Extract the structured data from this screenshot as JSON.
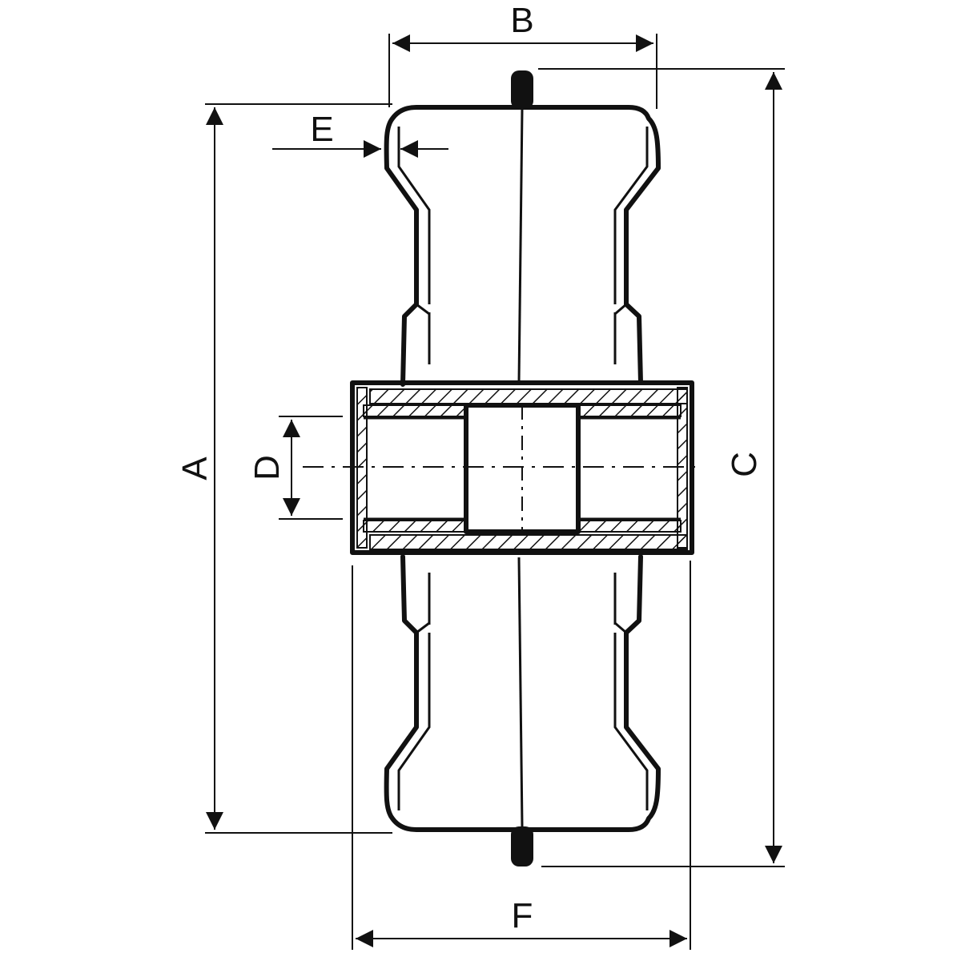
{
  "diagram": {
    "dimension_labels": {
      "a": "A",
      "b": "B",
      "c": "C",
      "d": "D",
      "e": "E",
      "f": "F"
    },
    "colors": {
      "line": "#111111",
      "background": "#ffffff"
    }
  }
}
